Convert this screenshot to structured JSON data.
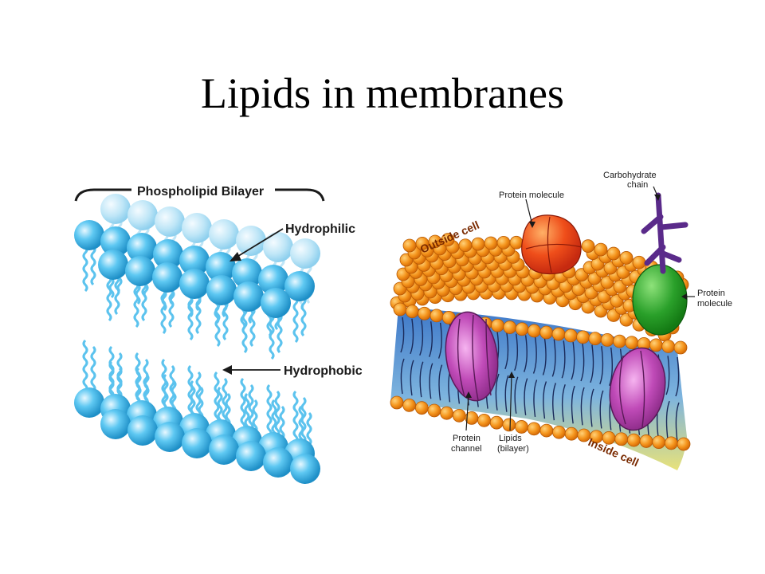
{
  "slide": {
    "title": "Lipids in membranes"
  },
  "left_figure": {
    "bracket_label": "Phospholipid Bilayer",
    "hydrophilic_label": "Hydrophilic",
    "hydrophobic_label": "Hydrophobic",
    "head_color": "#3bb3e6",
    "tail_color": "#5cc3ee"
  },
  "right_figure": {
    "protein_top_label": "Protein molecule",
    "carbohydrate_label_line1": "Carbohydrate",
    "carbohydrate_label_line2": "chain",
    "protein_right_label_line1": "Protein",
    "protein_right_label_line2": "molecule",
    "outside_label": "Outside cell",
    "inside_label": "Inside cell",
    "channel_label_line1": "Protein",
    "channel_label_line2": "channel",
    "lipids_label_line1": "Lipids",
    "lipids_label_line2": "(bilayer)",
    "head_color": "#f5961e",
    "protein_red": "#e8401c",
    "protein_green": "#2aa02a",
    "channel_magenta": "#c04bb8",
    "carb_purple": "#5a2a8a"
  }
}
